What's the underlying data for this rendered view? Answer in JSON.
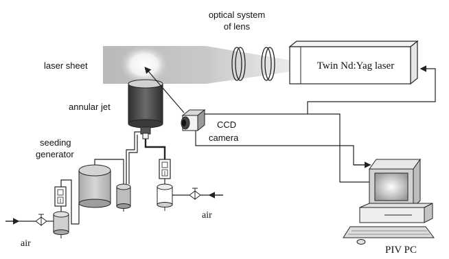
{
  "labels": {
    "optical_system_line1": "optical system",
    "optical_system_line2": "of lens",
    "laser_sheet": "laser sheet",
    "twin_laser": "Twin Nd:Yag laser",
    "annular_jet": "annular jet",
    "ccd_line1": "CCD",
    "ccd_line2": "camera",
    "seeding_line1": "seeding",
    "seeding_line2": "generator",
    "air_left": "air",
    "air_right": "air",
    "piv_pc": "PIV PC"
  },
  "colors": {
    "line": "#222222",
    "sheet_gray": "#c4c4c4",
    "glow": "#ffffff",
    "jet_dark": "#4a4a4a",
    "tank_gray": "#bdbdbd",
    "monitor_gray": "#d8d8d8"
  }
}
